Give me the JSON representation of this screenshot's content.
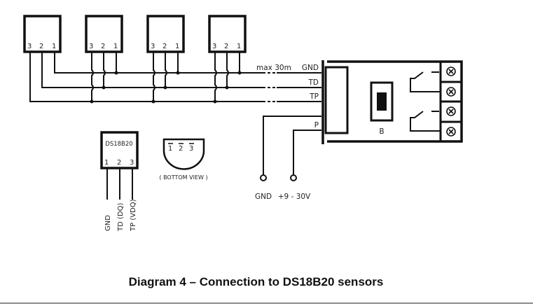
{
  "caption": "Diagram 4 – Connection to DS18B20 sensors",
  "sensors": [
    {
      "pins": [
        "3",
        "2",
        "1"
      ]
    },
    {
      "pins": [
        "3",
        "2",
        "1"
      ]
    },
    {
      "pins": [
        "3",
        "2",
        "1"
      ]
    },
    {
      "pins": [
        "3",
        "2",
        "1"
      ]
    }
  ],
  "bus": {
    "length_label": "max 30m",
    "lines": [
      "GND",
      "TD",
      "TP"
    ],
    "power_pin": "P"
  },
  "module": {
    "button_label": "B",
    "terminals": 4
  },
  "power": {
    "gnd_label": "GND",
    "supply_label": "+9 - 30V"
  },
  "chip": {
    "name": "DS18B20",
    "pin_numbers": [
      "1",
      "2",
      "3"
    ],
    "pin_names": [
      "GND",
      "TD (DQ)",
      "TP (VDQ)"
    ]
  },
  "bottom_view": {
    "pins": [
      "1",
      "2",
      "3"
    ],
    "label": "( BOTTOM VIEW )"
  }
}
